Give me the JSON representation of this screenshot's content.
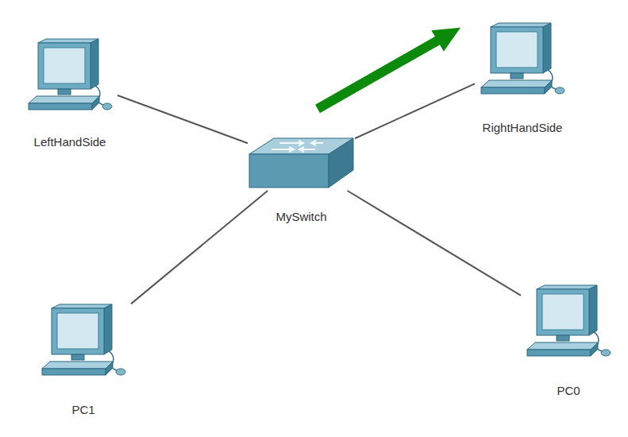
{
  "diagram": {
    "nodes": [
      {
        "text": [
          "LeftHandSide"
        ]
      },
      {
        "text": [
          "RightHandSide"
        ]
      },
      {
        "text": [
          "MySwitch"
        ]
      },
      {
        "text": [
          "PC1"
        ]
      },
      {
        "text": [
          "PC0"
        ]
      }
    ],
    "edges": [
      {
        "from": 2,
        "to": 0,
        "arrow": "none"
      },
      {
        "from": 2,
        "to": 1,
        "arrow": "none"
      },
      {
        "from": 2,
        "to": 3,
        "arrow": "none"
      },
      {
        "from": 2,
        "to": 4,
        "arrow": "none"
      }
    ]
  }
}
